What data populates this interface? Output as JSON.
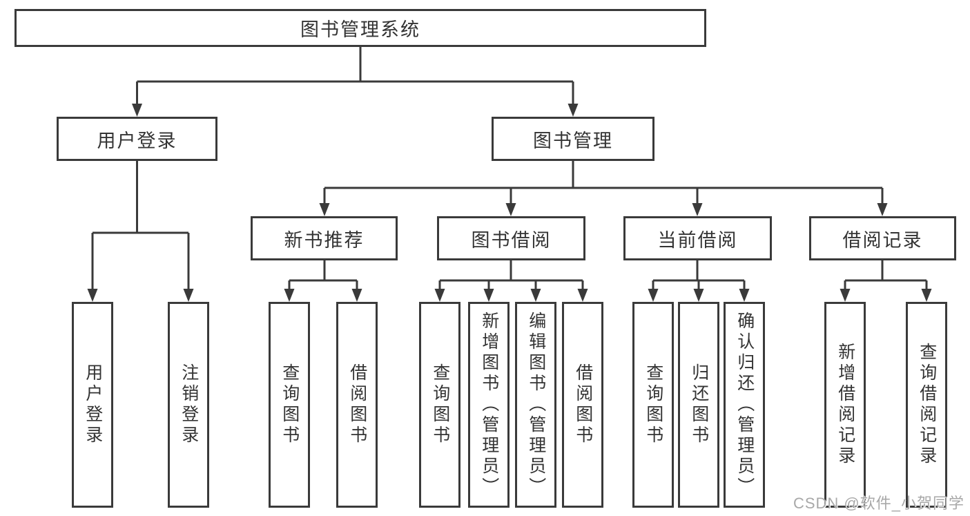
{
  "diagram": {
    "root": {
      "label": "图书管理系统"
    },
    "branches": [
      {
        "label": "用户登录",
        "children": [
          {
            "label": "用户登录"
          },
          {
            "label": "注销登录"
          }
        ]
      },
      {
        "label": "图书管理",
        "groups": [
          {
            "label": "新书推荐",
            "children": [
              {
                "label": "查询图书"
              },
              {
                "label": "借阅图书"
              }
            ]
          },
          {
            "label": "图书借阅",
            "children": [
              {
                "label": "查询图书"
              },
              {
                "label": "新增图书（管理员）"
              },
              {
                "label": "编辑图书（管理员）"
              },
              {
                "label": "借阅图书"
              }
            ]
          },
          {
            "label": "当前借阅",
            "children": [
              {
                "label": "查询图书"
              },
              {
                "label": "归还图书"
              },
              {
                "label": "确认归还（管理员）"
              }
            ]
          },
          {
            "label": "借阅记录",
            "children": [
              {
                "label": "新增借阅记录"
              },
              {
                "label": "查询借阅记录"
              }
            ]
          }
        ]
      }
    ]
  },
  "watermark": {
    "text": "CSDN @软件_小贺同学"
  },
  "colors": {
    "line": "#3a3a3a",
    "text": "#333333",
    "watermark": "#a8a8a8",
    "background": "#ffffff"
  }
}
